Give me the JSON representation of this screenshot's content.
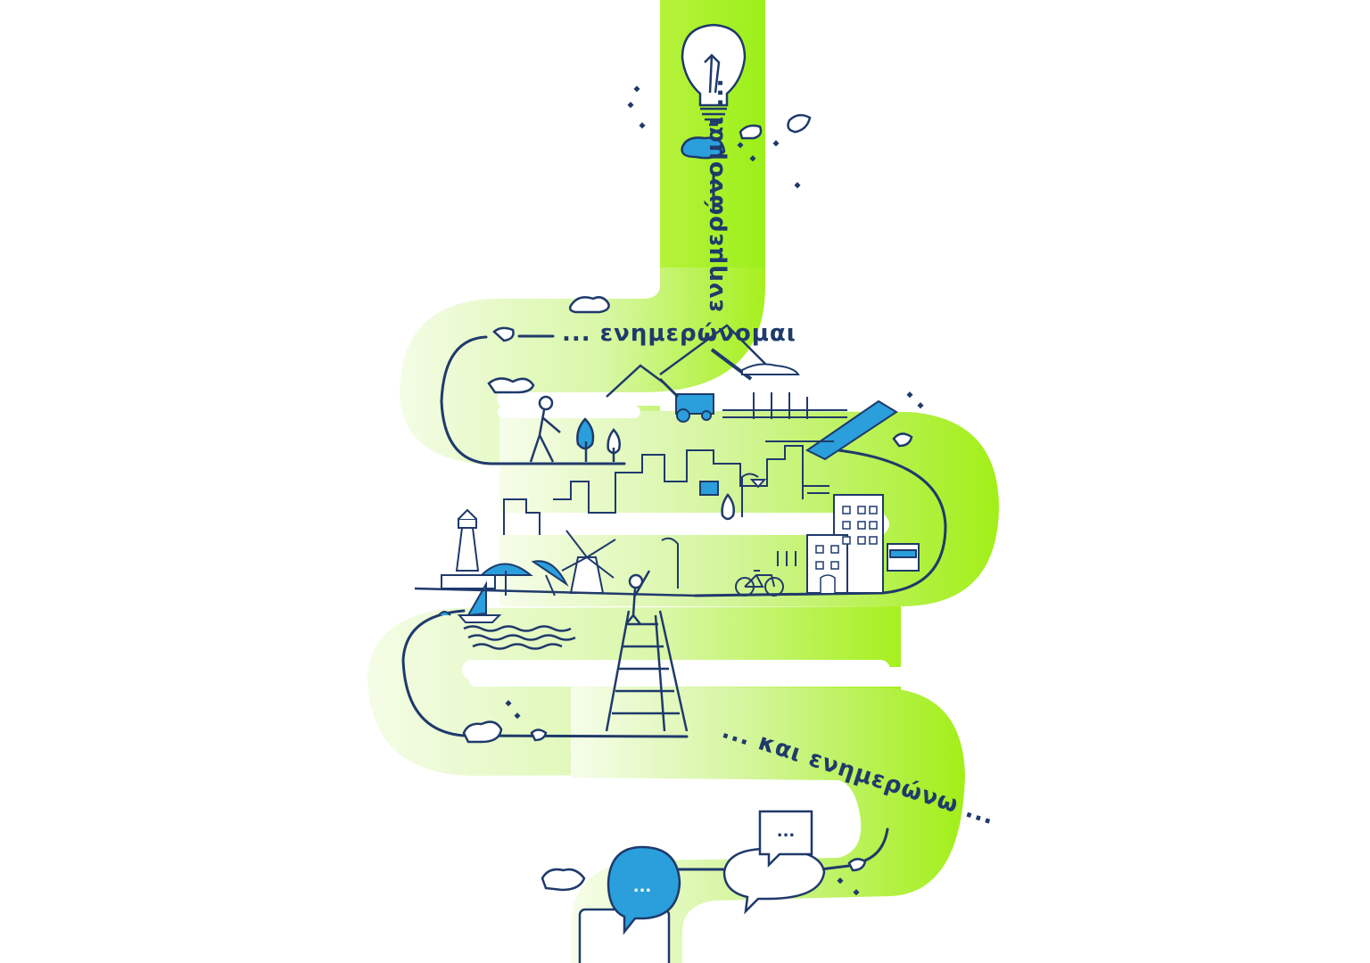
{
  "captions": {
    "vertical": "ενημερώνομαι ...",
    "upper": "... ενημερώνομαι",
    "lower": "... και ενημερώνω ..."
  },
  "speech_bubbles": {
    "blue_dots": "...",
    "white_dots": "..."
  },
  "colors": {
    "road_green": "#a6f01e",
    "road_pale": "#eefbd8",
    "ink_navy": "#1f3a6b",
    "accent_blue": "#2a9fdc",
    "white": "#ffffff"
  },
  "icons": [
    "light-bulb-icon",
    "cloud-icon",
    "sparkle-icon",
    "mountain-icon",
    "tractor-icon",
    "crop-field-icon",
    "solar-panel-icon",
    "walker-icon",
    "tree-icon",
    "city-skyline-icon",
    "street-lamp-icon",
    "lighthouse-icon",
    "beach-umbrella-icon",
    "windmill-icon",
    "sailboat-icon",
    "sea-waves-icon",
    "person-on-ladder-icon",
    "bicycle-icon",
    "apartment-building-icon",
    "bus-icon",
    "speech-bubble-icon",
    "tablet-icon"
  ]
}
